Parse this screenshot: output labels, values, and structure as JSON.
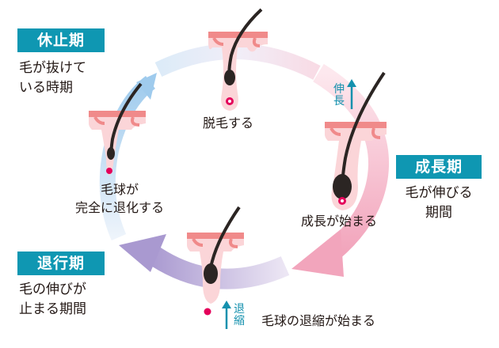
{
  "phases": {
    "resting": {
      "title": "休止期",
      "desc_line1": "毛が抜けて",
      "desc_line2": "いる時期"
    },
    "growth": {
      "title": "成長期",
      "desc_line1": "毛が伸びる",
      "desc_line2": "期間"
    },
    "regression": {
      "title": "退行期",
      "desc_line1": "毛の伸びが",
      "desc_line2": "止まる期間"
    }
  },
  "stages": {
    "shedding": "脱毛する",
    "growth_start": "成長が始まる",
    "bulb_shrink_start": "毛球の退縮が始まる",
    "bulb_line1": "毛球が",
    "bulb_line2": "完全に退化する"
  },
  "indicators": {
    "elongation": {
      "char1": "伸",
      "char2": "長"
    },
    "retraction": {
      "char1": "退",
      "char2": "縮"
    }
  },
  "colors": {
    "badge": "#0f97b2",
    "skin": "#f08a8a",
    "hair": "#2b2523",
    "follicle": "#fbd5d8",
    "arrow_pink": "#f2a5bc",
    "arrow_purple": "#b6a6d6",
    "arrow_blue": "#a9d1ee",
    "papilla": "#e4005a"
  }
}
